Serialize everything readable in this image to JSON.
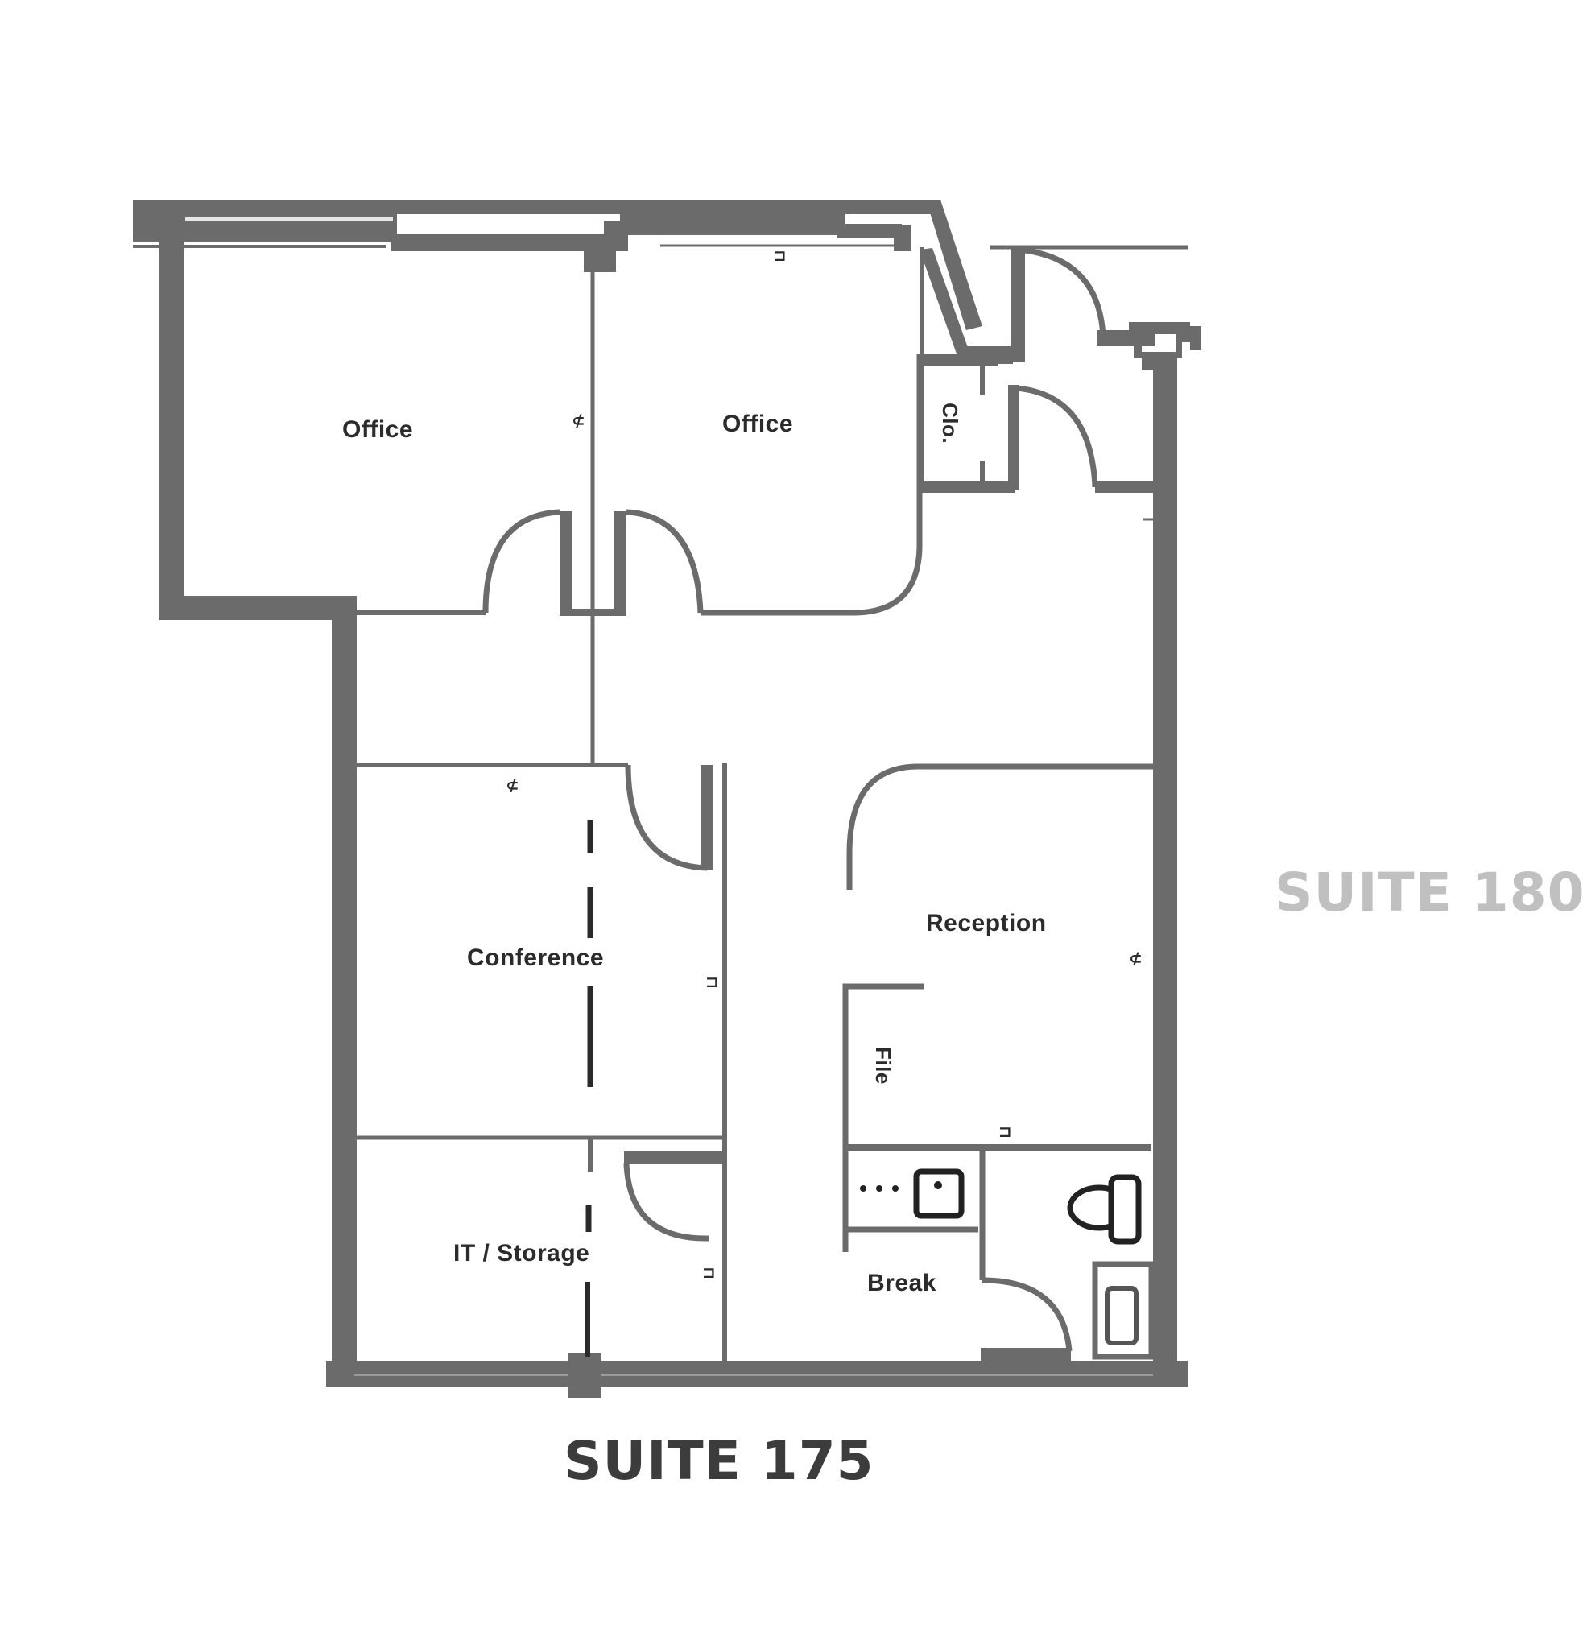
{
  "floorplan": {
    "suite_label": "SUITE 175",
    "adjacent_suite_label": "SUITE 180",
    "colors": {
      "wall": "#6b6b6b",
      "text": "#2b2b2b",
      "suite_175_text": "#3c3c3c",
      "suite_180_text": "#c0c0c0",
      "background": "#ffffff"
    },
    "rooms": [
      {
        "id": "office-left",
        "label": "Office"
      },
      {
        "id": "office-right",
        "label": "Office"
      },
      {
        "id": "closet",
        "label": "Clo."
      },
      {
        "id": "conference",
        "label": "Conference"
      },
      {
        "id": "reception",
        "label": "Reception"
      },
      {
        "id": "file",
        "label": "File"
      },
      {
        "id": "it-storage",
        "label": "IT / Storage"
      },
      {
        "id": "break",
        "label": "Break"
      }
    ],
    "symbols": {
      "data_outlet": "⊄",
      "phone_outlet": "⊐"
    }
  }
}
